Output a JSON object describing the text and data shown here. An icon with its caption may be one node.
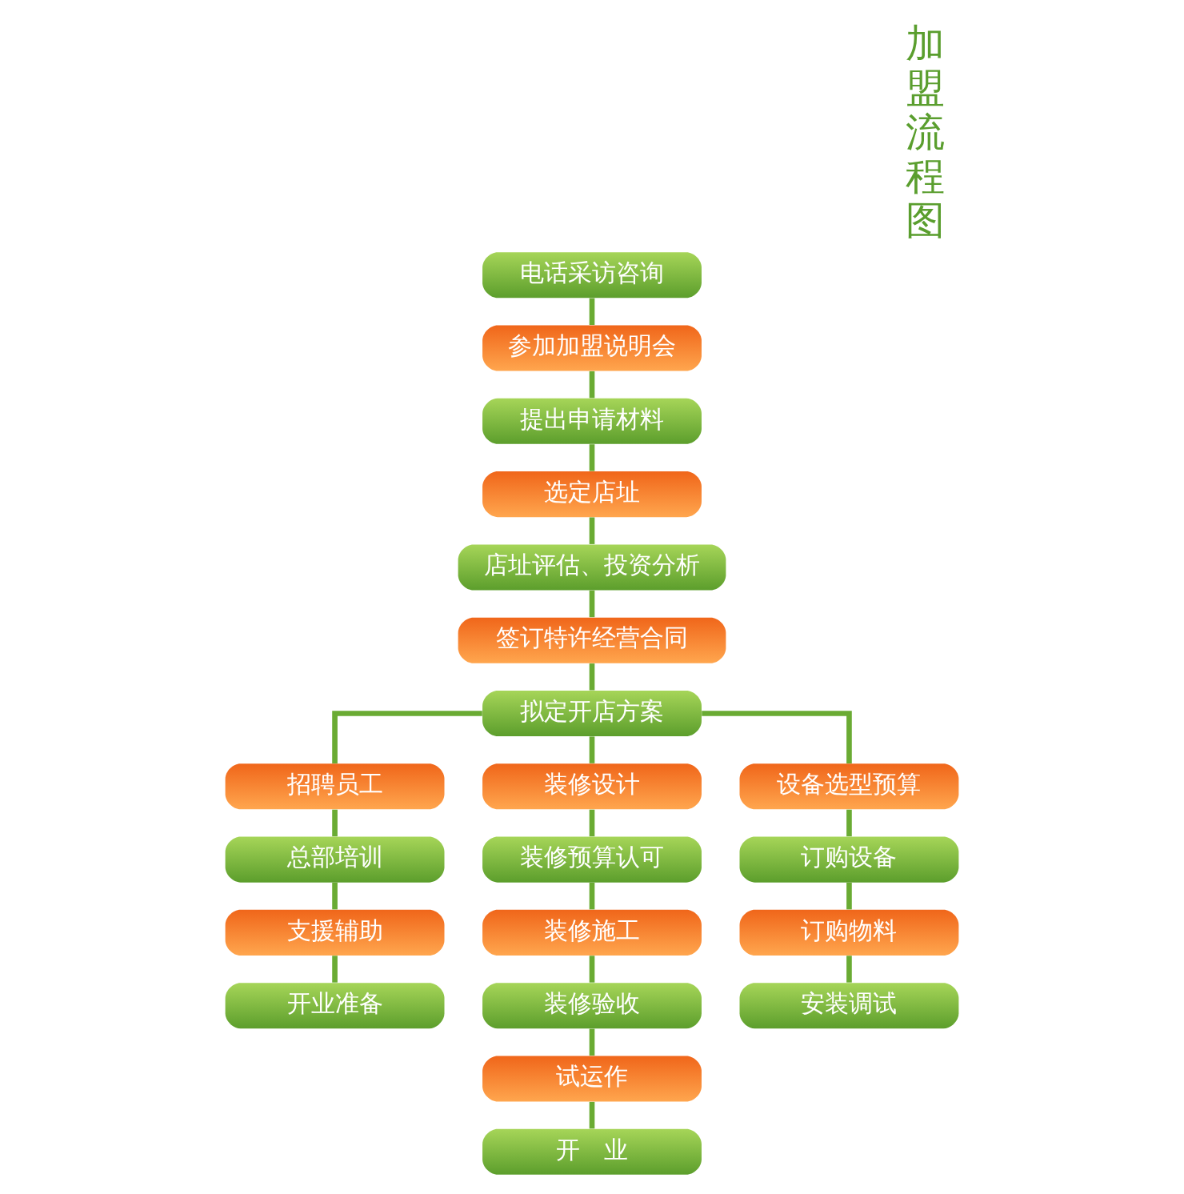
{
  "diagram": {
    "title": "加盟流程图",
    "nodes": [
      {
        "text": [
          "电话采访咨询"
        ]
      },
      {
        "text": [
          "参加加盟说明会"
        ]
      },
      {
        "text": [
          "提出申请材料"
        ]
      },
      {
        "text": [
          "选定店址"
        ]
      },
      {
        "text": [
          "店址评估、投资分析"
        ]
      },
      {
        "text": [
          "签订特许经营合同"
        ]
      },
      {
        "text": [
          "拟定开店方案"
        ]
      },
      {
        "text": [
          "招聘员工"
        ]
      },
      {
        "text": [
          "装修设计"
        ]
      },
      {
        "text": [
          "设备选型预算"
        ]
      },
      {
        "text": [
          "总部培训"
        ]
      },
      {
        "text": [
          "装修预算认可"
        ]
      },
      {
        "text": [
          "订购设备"
        ]
      },
      {
        "text": [
          "支援辅助"
        ]
      },
      {
        "text": [
          "装修施工"
        ]
      },
      {
        "text": [
          "订购物料"
        ]
      },
      {
        "text": [
          "开业准备"
        ]
      },
      {
        "text": [
          "装修验收"
        ]
      },
      {
        "text": [
          "安装调试"
        ]
      },
      {
        "text": [
          "试运作"
        ]
      },
      {
        "text": [
          "开　业"
        ]
      }
    ],
    "edges": [
      {
        "from": 0,
        "to": 1,
        "arrow": "none"
      },
      {
        "from": 1,
        "to": 2,
        "arrow": "none"
      },
      {
        "from": 2,
        "to": 3,
        "arrow": "none"
      },
      {
        "from": 3,
        "to": 4,
        "arrow": "none"
      },
      {
        "from": 4,
        "to": 5,
        "arrow": "none"
      },
      {
        "from": 5,
        "to": 6,
        "arrow": "none"
      },
      {
        "from": 6,
        "to": 7,
        "arrow": "none"
      },
      {
        "from": 6,
        "to": 8,
        "arrow": "none"
      },
      {
        "from": 6,
        "to": 9,
        "arrow": "none"
      },
      {
        "from": 7,
        "to": 10,
        "arrow": "none"
      },
      {
        "from": 10,
        "to": 13,
        "arrow": "none"
      },
      {
        "from": 13,
        "to": 16,
        "arrow": "none"
      },
      {
        "from": 8,
        "to": 11,
        "arrow": "none"
      },
      {
        "from": 11,
        "to": 14,
        "arrow": "none"
      },
      {
        "from": 14,
        "to": 17,
        "arrow": "none"
      },
      {
        "from": 17,
        "to": 19,
        "arrow": "none"
      },
      {
        "from": 19,
        "to": 20,
        "arrow": "none"
      },
      {
        "from": 9,
        "to": 12,
        "arrow": "none"
      },
      {
        "from": 12,
        "to": 15,
        "arrow": "none"
      },
      {
        "from": 15,
        "to": 18,
        "arrow": "none"
      }
    ]
  }
}
